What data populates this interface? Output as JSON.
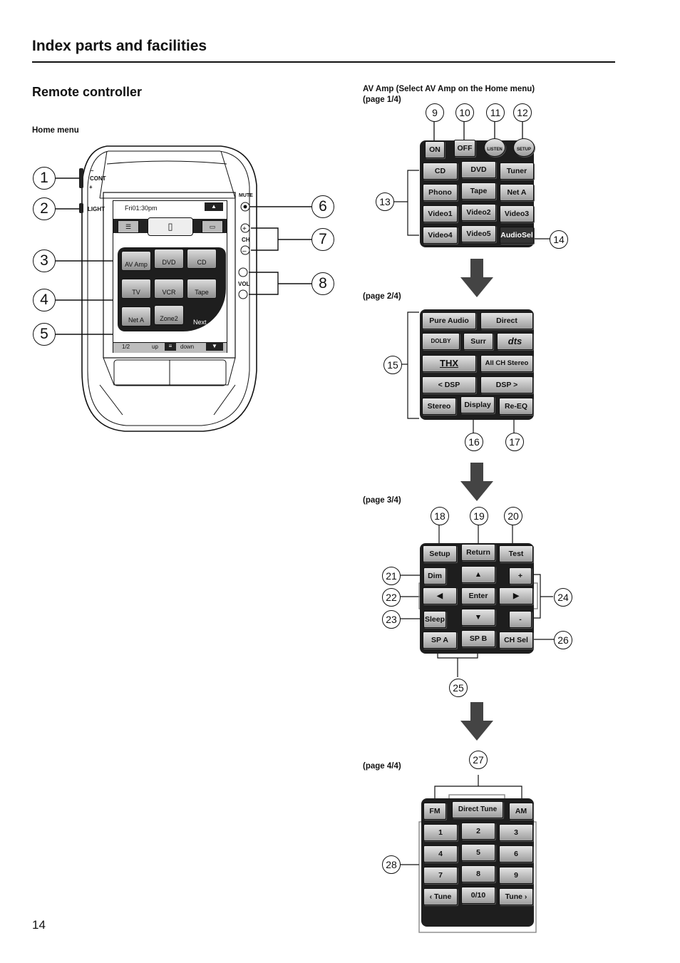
{
  "header": {
    "title": "Index parts and facilities"
  },
  "section_title": "Remote controller",
  "left": {
    "caption": "Home menu",
    "side_labels": {
      "cont": "CONT",
      "minus": "–",
      "plus": "+",
      "light": "LIGHT",
      "mute": "MUTE",
      "ch": "CH",
      "vol": "VOL"
    },
    "screen": {
      "clock": "Fri01:30pm",
      "buttons": [
        "AV Amp",
        "DVD",
        "CD",
        "TV",
        "VCR",
        "Tape",
        "Net A",
        "Zone2"
      ],
      "next": "Next",
      "footer": {
        "page": "1/2",
        "up": "up",
        "down": "down"
      }
    },
    "callouts": [
      "1",
      "2",
      "3",
      "4",
      "5",
      "6",
      "7",
      "8"
    ]
  },
  "right": {
    "caption_av_amp": "AV Amp (Select AV Amp on the Home menu)",
    "page1": {
      "label": "(page 1/4)",
      "top_keys": [
        "ON",
        "OFF",
        "LISTEN",
        "SETUP"
      ],
      "grid": [
        "CD",
        "DVD",
        "Tuner",
        "Phono",
        "Tape",
        "Net A",
        "Video1",
        "Video2",
        "Video3",
        "Video4",
        "Video5",
        "AudioSel"
      ],
      "callouts": [
        "9",
        "10",
        "11",
        "12",
        "13",
        "14"
      ]
    },
    "page2": {
      "label": "(page 2/4)",
      "keys": [
        "Pure Audio",
        "Direct",
        "DOLBY",
        "Surr",
        "dts",
        "THX",
        "All CH Stereo",
        "< DSP",
        "DSP >",
        "Stereo",
        "Display",
        "Re-EQ"
      ],
      "callouts": [
        "15",
        "16",
        "17"
      ]
    },
    "page3": {
      "label": "(page 3/4)",
      "keys": [
        "Setup",
        "Return",
        "Test",
        "Dim",
        "+",
        "Enter",
        "-",
        "Sleep",
        "SP A",
        "SP B",
        "CH Sel"
      ],
      "callouts": [
        "18",
        "19",
        "20",
        "21",
        "22",
        "23",
        "24",
        "25",
        "26"
      ]
    },
    "page4": {
      "label": "(page 4/4)",
      "keys": [
        "FM",
        "Direct Tune",
        "AM",
        "1",
        "2",
        "3",
        "4",
        "5",
        "6",
        "7",
        "8",
        "9",
        "‹ Tune",
        "0/10",
        "Tune ›"
      ],
      "callouts": [
        "27",
        "28"
      ]
    }
  },
  "footer": {
    "page_number": "14"
  }
}
